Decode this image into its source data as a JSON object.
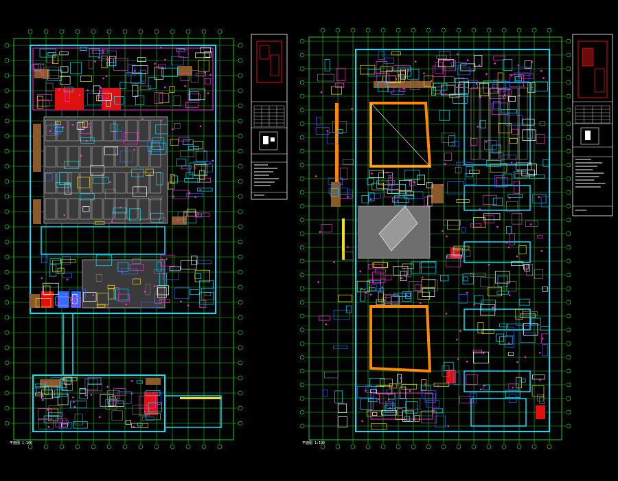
{
  "drawing": {
    "background": "#000000",
    "colors": {
      "grid": "#1fd11f",
      "wall": "#00e5ff",
      "wall_alt": "#2f6bff",
      "magenta": "#ff2bd6",
      "yellow": "#f2e21a",
      "white": "#ffffff",
      "orange": "#ff8a00",
      "red": "#e01010",
      "brown": "#8a5a2a",
      "gray": "#7d7d7d",
      "green_fill": "#2aa82a"
    },
    "plans": [
      {
        "id": "left-plan",
        "title": "平面图 1:100"
      },
      {
        "id": "right-plan",
        "title": "平面图 1:100"
      }
    ],
    "title_blocks": [
      {
        "id": "left-title-block"
      },
      {
        "id": "right-title-block"
      }
    ]
  }
}
